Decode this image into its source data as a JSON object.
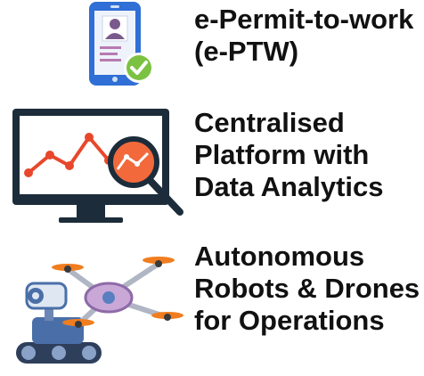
{
  "features": [
    {
      "id": "eptw",
      "icon": "mobile-id-check-icon",
      "lines": [
        "e-Permit-to-work",
        "(e-PTW)"
      ]
    },
    {
      "id": "analytics",
      "icon": "monitor-analytics-magnifier-icon",
      "lines": [
        "Centralised",
        "Platform with",
        "Data Analytics"
      ]
    },
    {
      "id": "robots",
      "icon": "robot-drone-icon",
      "lines": [
        "Autonomous",
        "Robots & Drones",
        "for Operations"
      ]
    }
  ],
  "colors": {
    "phone_blue": "#2f6fd6",
    "check_green": "#7cc242",
    "chart_red": "#e8472b",
    "screen_dark": "#1c2c3a",
    "robot_blue": "#4a6fa8",
    "drone_orange": "#f07d1f",
    "text": "#111111"
  }
}
